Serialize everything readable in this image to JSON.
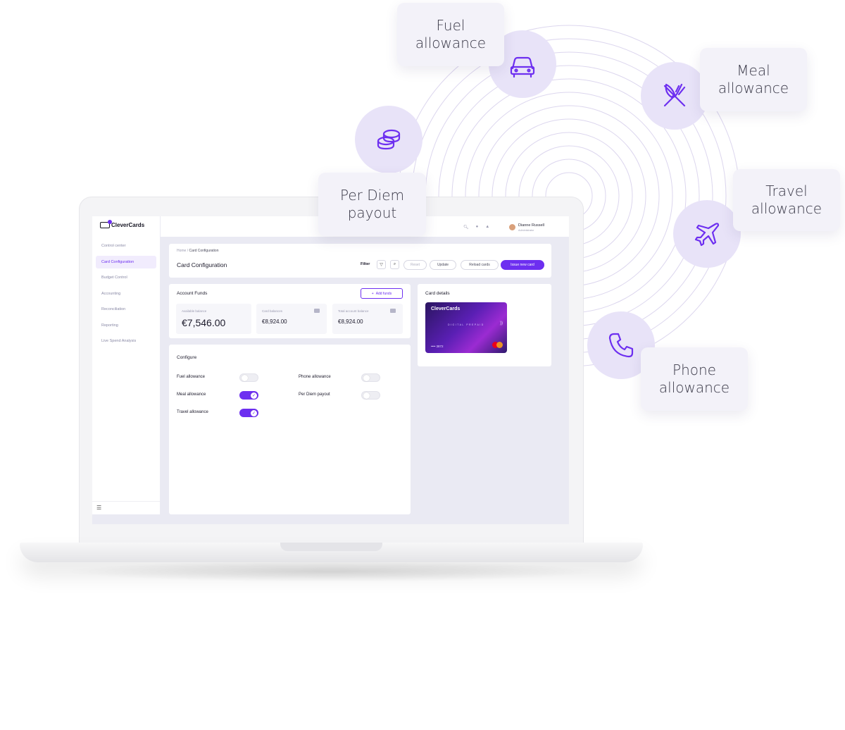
{
  "features": [
    {
      "key": "fuel",
      "label": "Fuel\nallowance",
      "icon": "car-icon"
    },
    {
      "key": "meal",
      "label": "Meal\nallowance",
      "icon": "fork-knife-icon"
    },
    {
      "key": "perdiem",
      "label": "Per Diem\npayout",
      "icon": "coins-icon"
    },
    {
      "key": "travel",
      "label": "Travel\nallowance",
      "icon": "airplane-icon"
    },
    {
      "key": "phone",
      "label": "Phone\nallowance",
      "icon": "phone-icon"
    }
  ],
  "app": {
    "brand": "CleverCards",
    "sidebar": {
      "items": [
        {
          "label": "Control center",
          "active": false
        },
        {
          "label": "Card Configuration",
          "active": true
        },
        {
          "label": "Budget Control",
          "active": false
        },
        {
          "label": "Accounting",
          "active": false
        },
        {
          "label": "Reconciliation",
          "active": false
        },
        {
          "label": "Reporting",
          "active": false
        },
        {
          "label": "Live Spend Analysis",
          "active": false
        }
      ]
    },
    "user": {
      "name": "Dianne Russell",
      "role": "Administrator"
    },
    "breadcrumb": {
      "home": "Home",
      "sep": "/",
      "current": "Card Configuration"
    },
    "page_title": "Card Configuration",
    "toolbar": {
      "filter_label": "Filter",
      "reset": "Reset",
      "update": "Update",
      "reload": "Reload cards",
      "issue": "Issue new card"
    },
    "funds": {
      "title": "Account Funds",
      "add_label": "Add funds",
      "available_label": "Available balance",
      "available_value": "€7,546.00",
      "card_label": "Card balances",
      "card_value": "€8,924.00",
      "total_label": "Total account balance",
      "total_value": "€8,924.00"
    },
    "configure": {
      "title": "Configure",
      "toggles": [
        {
          "label": "Fuel allowance",
          "on": false
        },
        {
          "label": "Meal allowance",
          "on": true
        },
        {
          "label": "Travel allowance",
          "on": true
        },
        {
          "label": "Phone allowance",
          "on": false
        },
        {
          "label": "Per Diem payout",
          "on": false
        }
      ]
    },
    "card_details": {
      "title": "Card details",
      "card_brand": "CleverCards",
      "card_type": "DIGITAL PREPAID",
      "card_number": "•••• 3872"
    }
  },
  "colors": {
    "accent": "#6d2ff0",
    "chip_bg": "#e8e3f8",
    "label_bg": "#f3f2f9",
    "ring": "#dcd6ee"
  }
}
